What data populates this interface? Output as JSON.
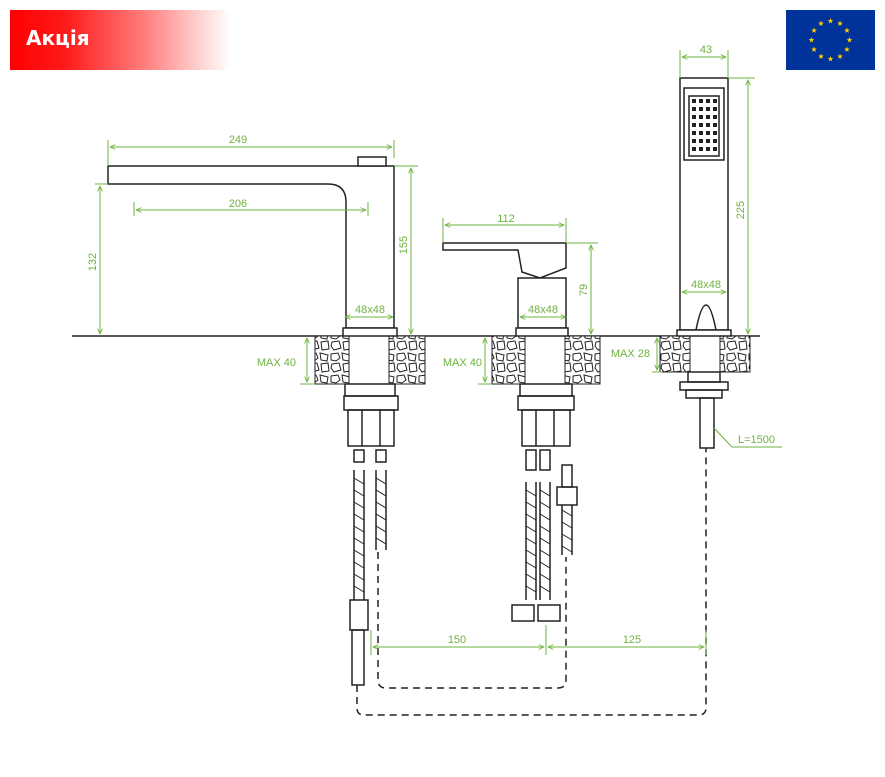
{
  "promo": {
    "label": "Акція",
    "bg_color": "#ff0000"
  },
  "eu_flag": {
    "icon": "eu-flag-icon",
    "field_color": "#003399",
    "star_color": "#ffcc00"
  },
  "colors": {
    "dimension": "#6db33f",
    "line": "#222222",
    "hose_dash": "#222222"
  },
  "dimensions": {
    "spout_length": "249",
    "spout_reach": "206",
    "spout_height": "132",
    "spout_total_height": "155",
    "spout_base": "48x48",
    "spout_max_deck": "MAX 40",
    "mixer_lever": "112",
    "mixer_height": "79",
    "mixer_base": "48x48",
    "mixer_max_deck": "MAX 40",
    "shower_width": "43",
    "shower_height": "225",
    "shower_base": "48x48",
    "shower_max_deck": "MAX 28",
    "hose_length": "L=1500",
    "spacing_left": "150",
    "spacing_right": "125"
  }
}
